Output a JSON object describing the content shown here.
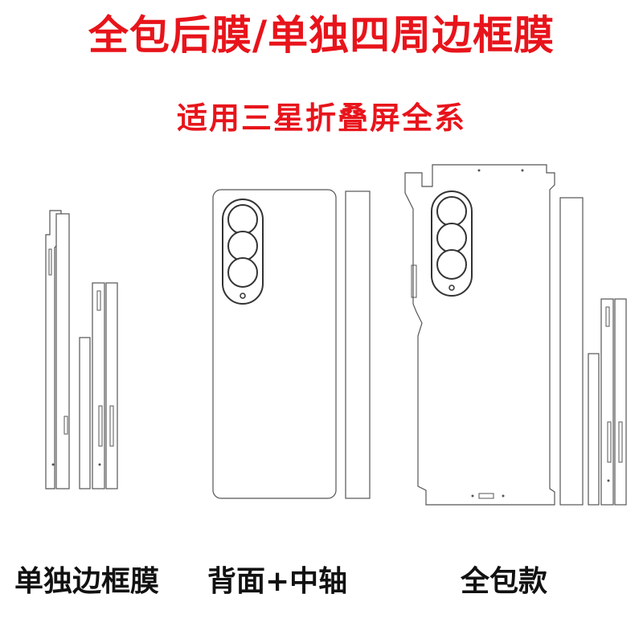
{
  "header": {
    "title": "全包后膜/单独四周边框膜",
    "subtitle": "适用三星折叠屏全系"
  },
  "captions": {
    "frame_only": "单独边框膜",
    "back_hinge": "背面+中轴",
    "full_wrap": "全包款"
  },
  "colors": {
    "title": "#e8141b",
    "caption": "#111111",
    "outline": "#555555"
  }
}
